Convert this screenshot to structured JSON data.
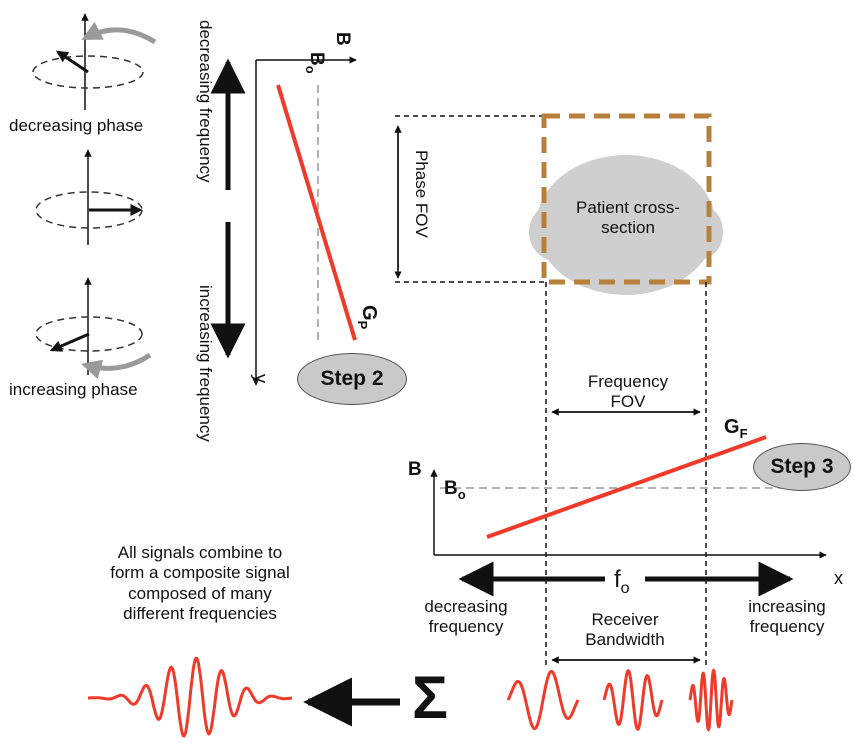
{
  "labels": {
    "decreasing_phase": "decreasing phase",
    "increasing_phase": "increasing phase",
    "decreasing_frequency_vertical": "decreasing frequency",
    "increasing_frequency_vertical": "increasing frequency",
    "axis_B_top": "B",
    "B0_top": "B",
    "B0_sub": "o",
    "axis_y": "y",
    "Gp": "G",
    "Gp_sub": "P",
    "step2": "Step 2",
    "phase_fov": "Phase FOV",
    "patient_line1": "Patient cross-",
    "patient_line2": "section",
    "frequency_fov_1": "Frequency",
    "frequency_fov_2": "FOV",
    "Gf": "G",
    "Gf_sub": "F",
    "step3": "Step 3",
    "axis_B": "B",
    "B0": "B",
    "B0_sub2": "o",
    "axis_x": "x",
    "f0": "f",
    "f0_sub": "o",
    "decreasing_frequency_1": "decreasing",
    "decreasing_frequency_2": "frequency",
    "receiver_1": "Receiver",
    "receiver_2": "Bandwidth",
    "increasing_frequency_1": "increasing",
    "increasing_frequency_2": "frequency",
    "composite_1": "All signals combine to",
    "composite_2": "form a composite signal",
    "composite_3": "composed of many",
    "composite_4": "different frequencies",
    "sigma": "Σ"
  },
  "colors": {
    "gradient_line": "#f03a2a",
    "signal_wave": "#f03a2a",
    "fov_box": "#b8803a",
    "patient_fill": "#cfcfcf",
    "step_fill": "#c9c9c9",
    "spin_arrow": "#9a9a9a"
  }
}
